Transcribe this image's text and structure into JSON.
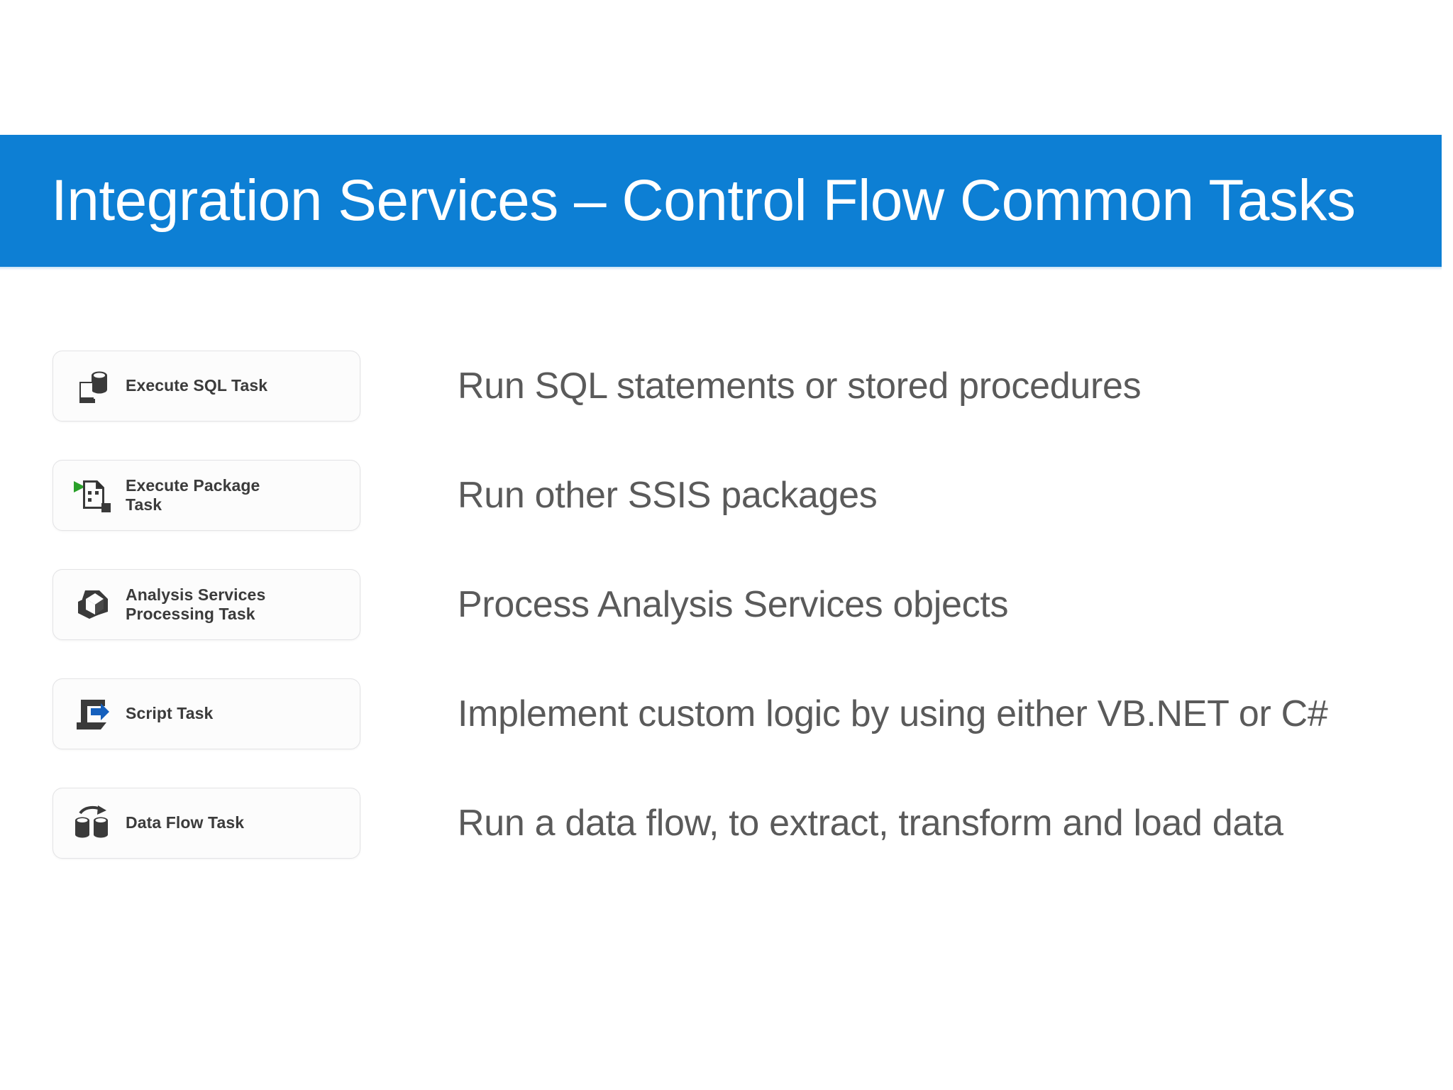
{
  "slide": {
    "background_color": "#ffffff"
  },
  "header": {
    "title": "Integration Services – Control Flow Common Tasks",
    "background_color": "#0d7fd4",
    "text_color": "#ffffff"
  },
  "tasks": [
    {
      "icon": "execute-sql-task-icon",
      "label": "Execute SQL Task",
      "description": "Run SQL statements or stored procedures"
    },
    {
      "icon": "execute-package-task-icon",
      "label": "Execute Package\nTask",
      "description": "Run other SSIS packages"
    },
    {
      "icon": "analysis-services-processing-task-icon",
      "label": "Analysis Services\nProcessing Task",
      "description": "Process Analysis Services objects"
    },
    {
      "icon": "script-task-icon",
      "label": "Script Task",
      "description": "Implement custom logic by using either VB.NET or C#"
    },
    {
      "icon": "data-flow-task-icon",
      "label": "Data Flow Task",
      "description": "Run a data flow, to extract, transform and load data"
    }
  ],
  "colors": {
    "accent_blue": "#0d7fd4",
    "icon_dark": "#3a3a3a",
    "icon_green": "#2aa02a",
    "icon_blue": "#1560bd",
    "card_border": "#e3e3e5",
    "description_text": "#5a5a5a"
  }
}
